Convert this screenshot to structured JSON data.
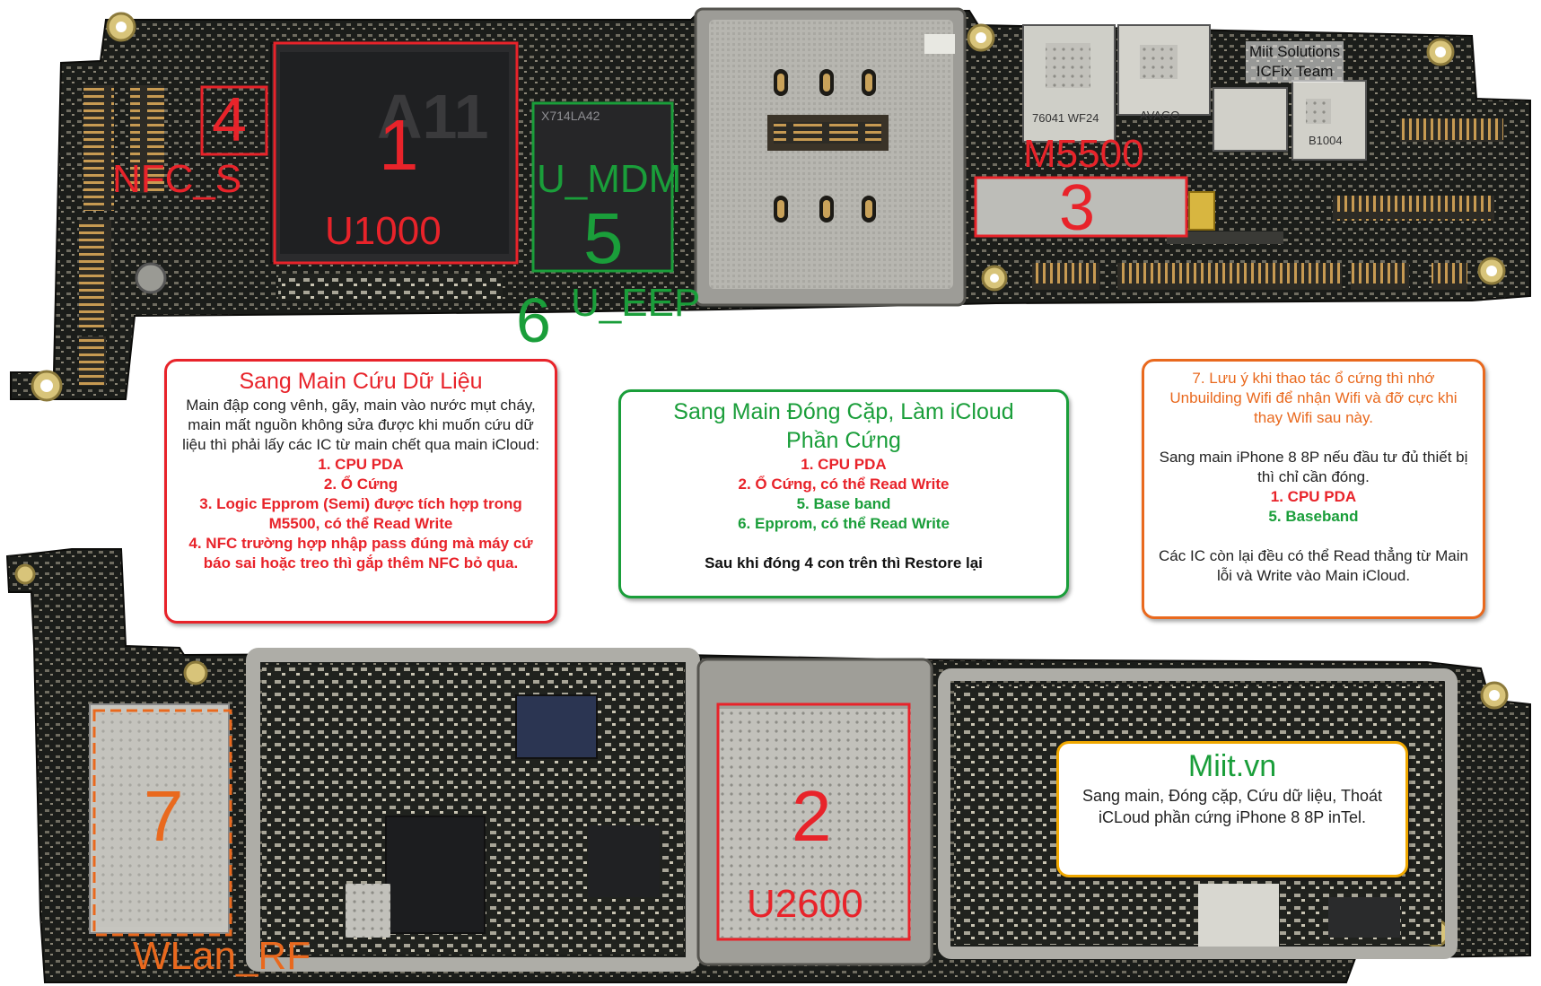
{
  "watermark": {
    "line1": "Miit Solutions",
    "line2": "ICFix Team"
  },
  "ic_labels": [
    {
      "id": "u1000",
      "num": "1",
      "name": "U1000"
    },
    {
      "id": "u2600",
      "num": "2",
      "name": "U2600"
    },
    {
      "id": "m5500",
      "num": "3",
      "name": "M5500"
    },
    {
      "id": "nfc",
      "num": "4",
      "name": "NFC_S"
    },
    {
      "id": "mdm",
      "num": "5",
      "name": "U_MDM"
    },
    {
      "id": "eep",
      "num": "6",
      "name": "U_EEP"
    },
    {
      "id": "wlan",
      "num": "7",
      "name": "WLan_RF"
    }
  ],
  "chip_markings": {
    "cpu": "A11",
    "mdm": "X714LA42",
    "m1": "76041 WF24",
    "m2": "AVAGO",
    "m3": "B1004"
  },
  "panel_left": {
    "title": "Sang Main Cứu Dữ Liệu",
    "body": "Main đập cong vênh, gãy, main vào nước mụt cháy, main mất nguồn không sửa được khi muốn cứu dữ liệu thì phải lấy các IC từ main chết qua main iCloud:",
    "items": [
      "1. CPU PDA",
      "2. Ổ Cứng",
      "3. Logic Epprom (Semi) được tích hợp trong M5500, có thể Read Write",
      "4. NFC trường hợp nhập pass đúng mà máy cứ báo sai hoặc treo thì gắp thêm NFC bỏ qua."
    ]
  },
  "panel_center": {
    "title": "Sang Main Đóng Cặp, Làm iCloud Phần Cứng",
    "items": [
      {
        "text": "1. CPU PDA",
        "color": "red"
      },
      {
        "text": "2. Ổ Cứng, có thể Read Write",
        "color": "red"
      },
      {
        "text": "5. Base band",
        "color": "green"
      },
      {
        "text": "6. Epprom, có thể Read Write",
        "color": "green"
      }
    ],
    "footer": "Sau khi đóng 4 con trên thì Restore lại"
  },
  "panel_right": {
    "note": "7. Lưu ý khi thao tác ổ cứng thì nhớ Unbuilding Wifi để nhận Wifi và đỡ cực khi thay Wifi sau này.",
    "body": "Sang main iPhone 8 8P nếu đầu tư đủ thiết bị thì chỉ cần đóng.",
    "items": [
      {
        "text": "1. CPU PDA",
        "color": "red"
      },
      {
        "text": "5. Baseband",
        "color": "green"
      }
    ],
    "footer": "Các IC còn lại đều có thể Read thẳng từ Main lỗi và Write vào Main iCloud."
  },
  "panel_brand": {
    "title": "Miit.vn",
    "body": "Sang main, Đóng cặp, Cứu dữ liệu, Thoát iCLoud phần cứng iPhone 8 8P inTel."
  },
  "colors": {
    "red": "#e8232a",
    "green": "#1a9e3a",
    "orange": "#e9691e",
    "brand_border": "#f0a800",
    "pcb": "#1b1d1a",
    "shield": "#b9b9b4"
  }
}
